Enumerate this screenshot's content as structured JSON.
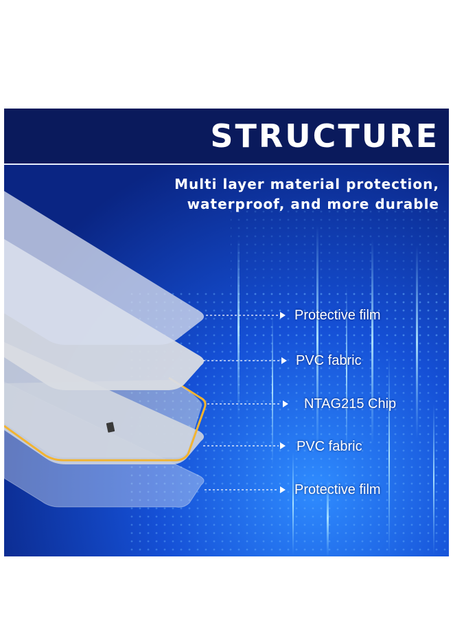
{
  "header": {
    "title": "STRUCTURE",
    "subtitle_line1": "Multi layer material protection,",
    "subtitle_line2": "waterproof, and more durable"
  },
  "layers": [
    {
      "label": "Protective film"
    },
    {
      "label": "PVC fabric"
    },
    {
      "label": "NTAG215 Chip"
    },
    {
      "label": "PVC fabric"
    },
    {
      "label": "Protective film"
    }
  ],
  "colors": {
    "background": "#0b2a8f",
    "header": "#0a1a5c",
    "chip_antenna": "#f2b431",
    "label_text": "#ffffff"
  }
}
